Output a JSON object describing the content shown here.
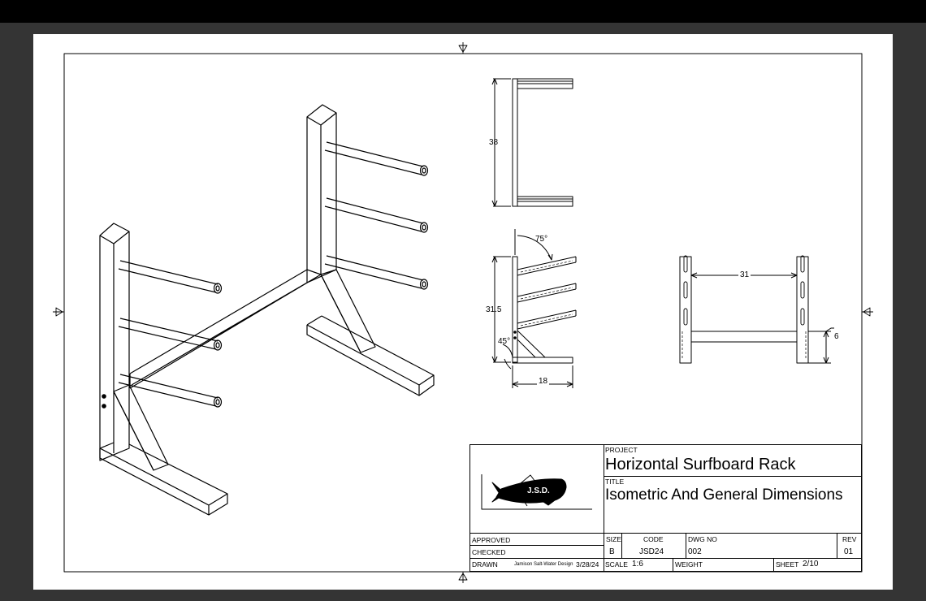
{
  "drawing": {
    "dimensions": {
      "height_38": "38",
      "height_31_5": "31.5",
      "angle_75": "75°",
      "angle_45": "45°",
      "depth_18": "18",
      "width_31": "31",
      "base_6": "6"
    }
  },
  "title_block": {
    "logo_text": "J.S.D.",
    "project_label": "PROJECT",
    "project": "Horizontal Surfboard Rack",
    "title_label": "TITLE",
    "title": "Isometric And General Dimensions",
    "approved_label": "APPROVED",
    "checked_label": "CHECKED",
    "drawn_label": "DRAWN",
    "drawn_by": "Jamison Salt-Water Design",
    "drawn_date": "3/28/24",
    "size_label": "SIZE",
    "size": "B",
    "code_label": "CODE",
    "code": "JSD24",
    "dwg_no_label": "DWG NO",
    "dwg_no": "002",
    "rev_label": "REV",
    "rev": "01",
    "scale_label": "SCALE",
    "scale": "1:6",
    "weight_label": "WEIGHT",
    "sheet_label": "SHEET",
    "sheet": "2/10"
  }
}
